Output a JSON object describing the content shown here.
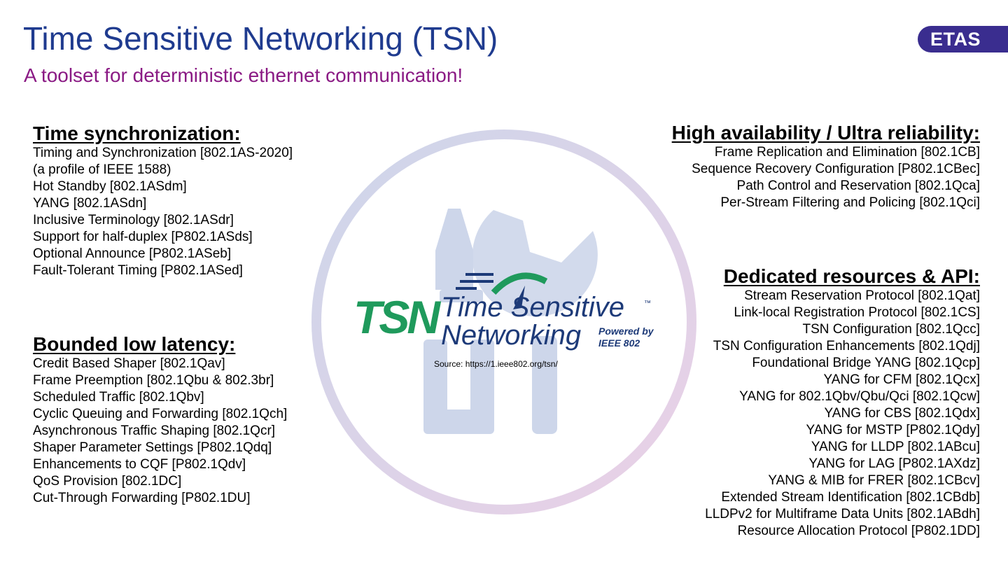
{
  "header": {
    "title": "Time Sensitive Networking (TSN)",
    "subtitle": "A toolset for deterministic ethernet communication!",
    "logo_text": "ETAS"
  },
  "colors": {
    "title": "#1f3b8f",
    "subtitle": "#8a1a84",
    "logo_bg": "#3a2d8f",
    "tsn_green": "#1f9a5c",
    "tsn_navy": "#1d3a78"
  },
  "time_sync": {
    "heading": "Time synchronization:",
    "items": [
      "Timing and Synchronization [802.1AS-2020]",
      "(a profile of IEEE 1588)",
      "Hot Standby [802.1ASdm]",
      "YANG [802.1ASdn]",
      "Inclusive Terminology [802.1ASdr]",
      "Support for half-duplex [P802.1ASds]",
      "Optional Announce [P802.1ASeb]",
      "Fault-Tolerant Timing [P802.1ASed]"
    ]
  },
  "latency": {
    "heading": "Bounded low latency:",
    "items": [
      "Credit Based Shaper [802.1Qav]",
      "Frame Preemption [802.1Qbu & 802.3br]",
      "Scheduled Traffic [802.1Qbv]",
      "Cyclic Queuing and Forwarding [802.1Qch]",
      "Asynchronous Traffic Shaping [802.1Qcr]",
      "Shaper Parameter Settings [P802.1Qdq]",
      "Enhancements to CQF [P802.1Qdv]",
      "QoS Provision [802.1DC]",
      "Cut-Through Forwarding [P802.1DU]"
    ]
  },
  "high_availability": {
    "heading": "High availability / Ultra reliability:",
    "items": [
      "Frame Replication and Elimination [802.1CB]",
      "Sequence Recovery Configuration [P802.1CBec]",
      "Path Control and Reservation [802.1Qca]",
      "Per-Stream Filtering and Policing [802.1Qci]"
    ]
  },
  "dedicated": {
    "heading": "Dedicated resources & API:",
    "items": [
      "Stream Reservation Protocol [802.1Qat]",
      "Link-local Registration Protocol [802.1CS]",
      "TSN Configuration [802.1Qcc]",
      "TSN Configuration Enhancements [802.1Qdj]",
      "Foundational Bridge YANG [802.1Qcp]",
      "YANG for CFM [802.1Qcx]",
      "YANG for 802.1Qbv/Qbu/Qci [802.1Qcw]",
      "YANG for CBS [802.1Qdx]",
      "YANG for MSTP [P802.1Qdy]",
      "YANG for LLDP [802.1ABcu]",
      "YANG for LAG [P802.1AXdz]",
      "YANG & MIB for FRER [802.1CBcv]",
      "Extended Stream Identification [802.1CBdb]",
      "LLDPv2 for Multiframe Data Units [802.1ABdh]",
      "Resource Allocation Protocol [P802.1DD]"
    ]
  },
  "tsn_logo": {
    "mark": "TSN",
    "line1": "Time Sensitive",
    "tm": "™",
    "line2": "Networking",
    "powered1": "Powered by",
    "powered2": "IEEE 802"
  },
  "source": "Source: https://1.ieee802.org/tsn/"
}
